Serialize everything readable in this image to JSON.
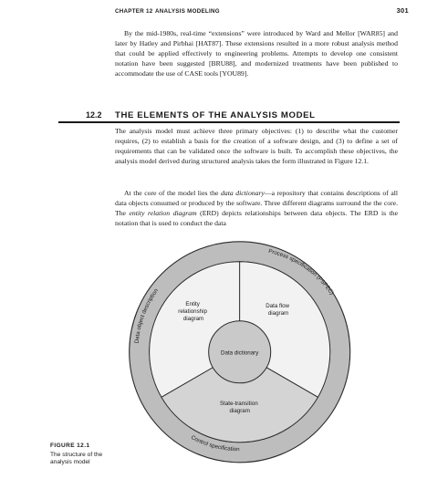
{
  "header": {
    "chapter": "CHAPTER 12",
    "title": "ANALYSIS MODELING",
    "page_number": "301"
  },
  "intro_paragraph": "By the mid-1980s, real-time “extensions” were introduced by Ward and Mellor [WAR85] and later by Hatley and Pirbhai [HAT87]. These extensions resulted in a more robust analysis method that could be applied effectively to engineering problems. Attempts to develop one consistent notation have been suggested [BRU88], and modernized treatments have been published to accommodate the use of CASE tools [YOU89].",
  "section": {
    "number": "12.2",
    "title": "THE ELEMENTS OF THE ANALYSIS MODEL"
  },
  "paragraph_2": "The analysis model must achieve three primary objectives: (1) to describe what the customer requires, (2) to establish a basis for the creation of a software design, and (3) to define a set of requirements that can be validated once the software is built. To accomplish these objectives, the analysis model derived during structured analysis takes the form illustrated in Figure 12.1.",
  "paragraph_3": {
    "part1": "At the core of the model lies the ",
    "italic1": "data dictionary",
    "part2": "—a repository that contains descriptions of all data objects consumed or produced by the software. Three different diagrams surround the the core. The ",
    "italic2": "entity relation diagram",
    "part3": " (ERD) depicts relationships between data objects. The ERD is the notation that is used to conduct the data"
  },
  "figure": {
    "core_label": "Data dictionary",
    "erd_label": [
      "Entity",
      "relationship",
      "diagram"
    ],
    "dfd_label": [
      "Data flow",
      "diagram"
    ],
    "std_label": [
      "State-transition",
      "diagram"
    ],
    "ring_left": "Data object description",
    "ring_right": "Process specification (PSPEC)",
    "ring_bottom": "Control specification",
    "colors": {
      "outer_ring": "#bdbdbd",
      "segment_light": "#f2f2f2",
      "segment_std": "#d4d4d4",
      "core": "#c9c9c9",
      "stroke": "#2a2a2a"
    }
  },
  "caption": {
    "label": "FIGURE 12.1",
    "text": "The structure of the analysis model"
  }
}
